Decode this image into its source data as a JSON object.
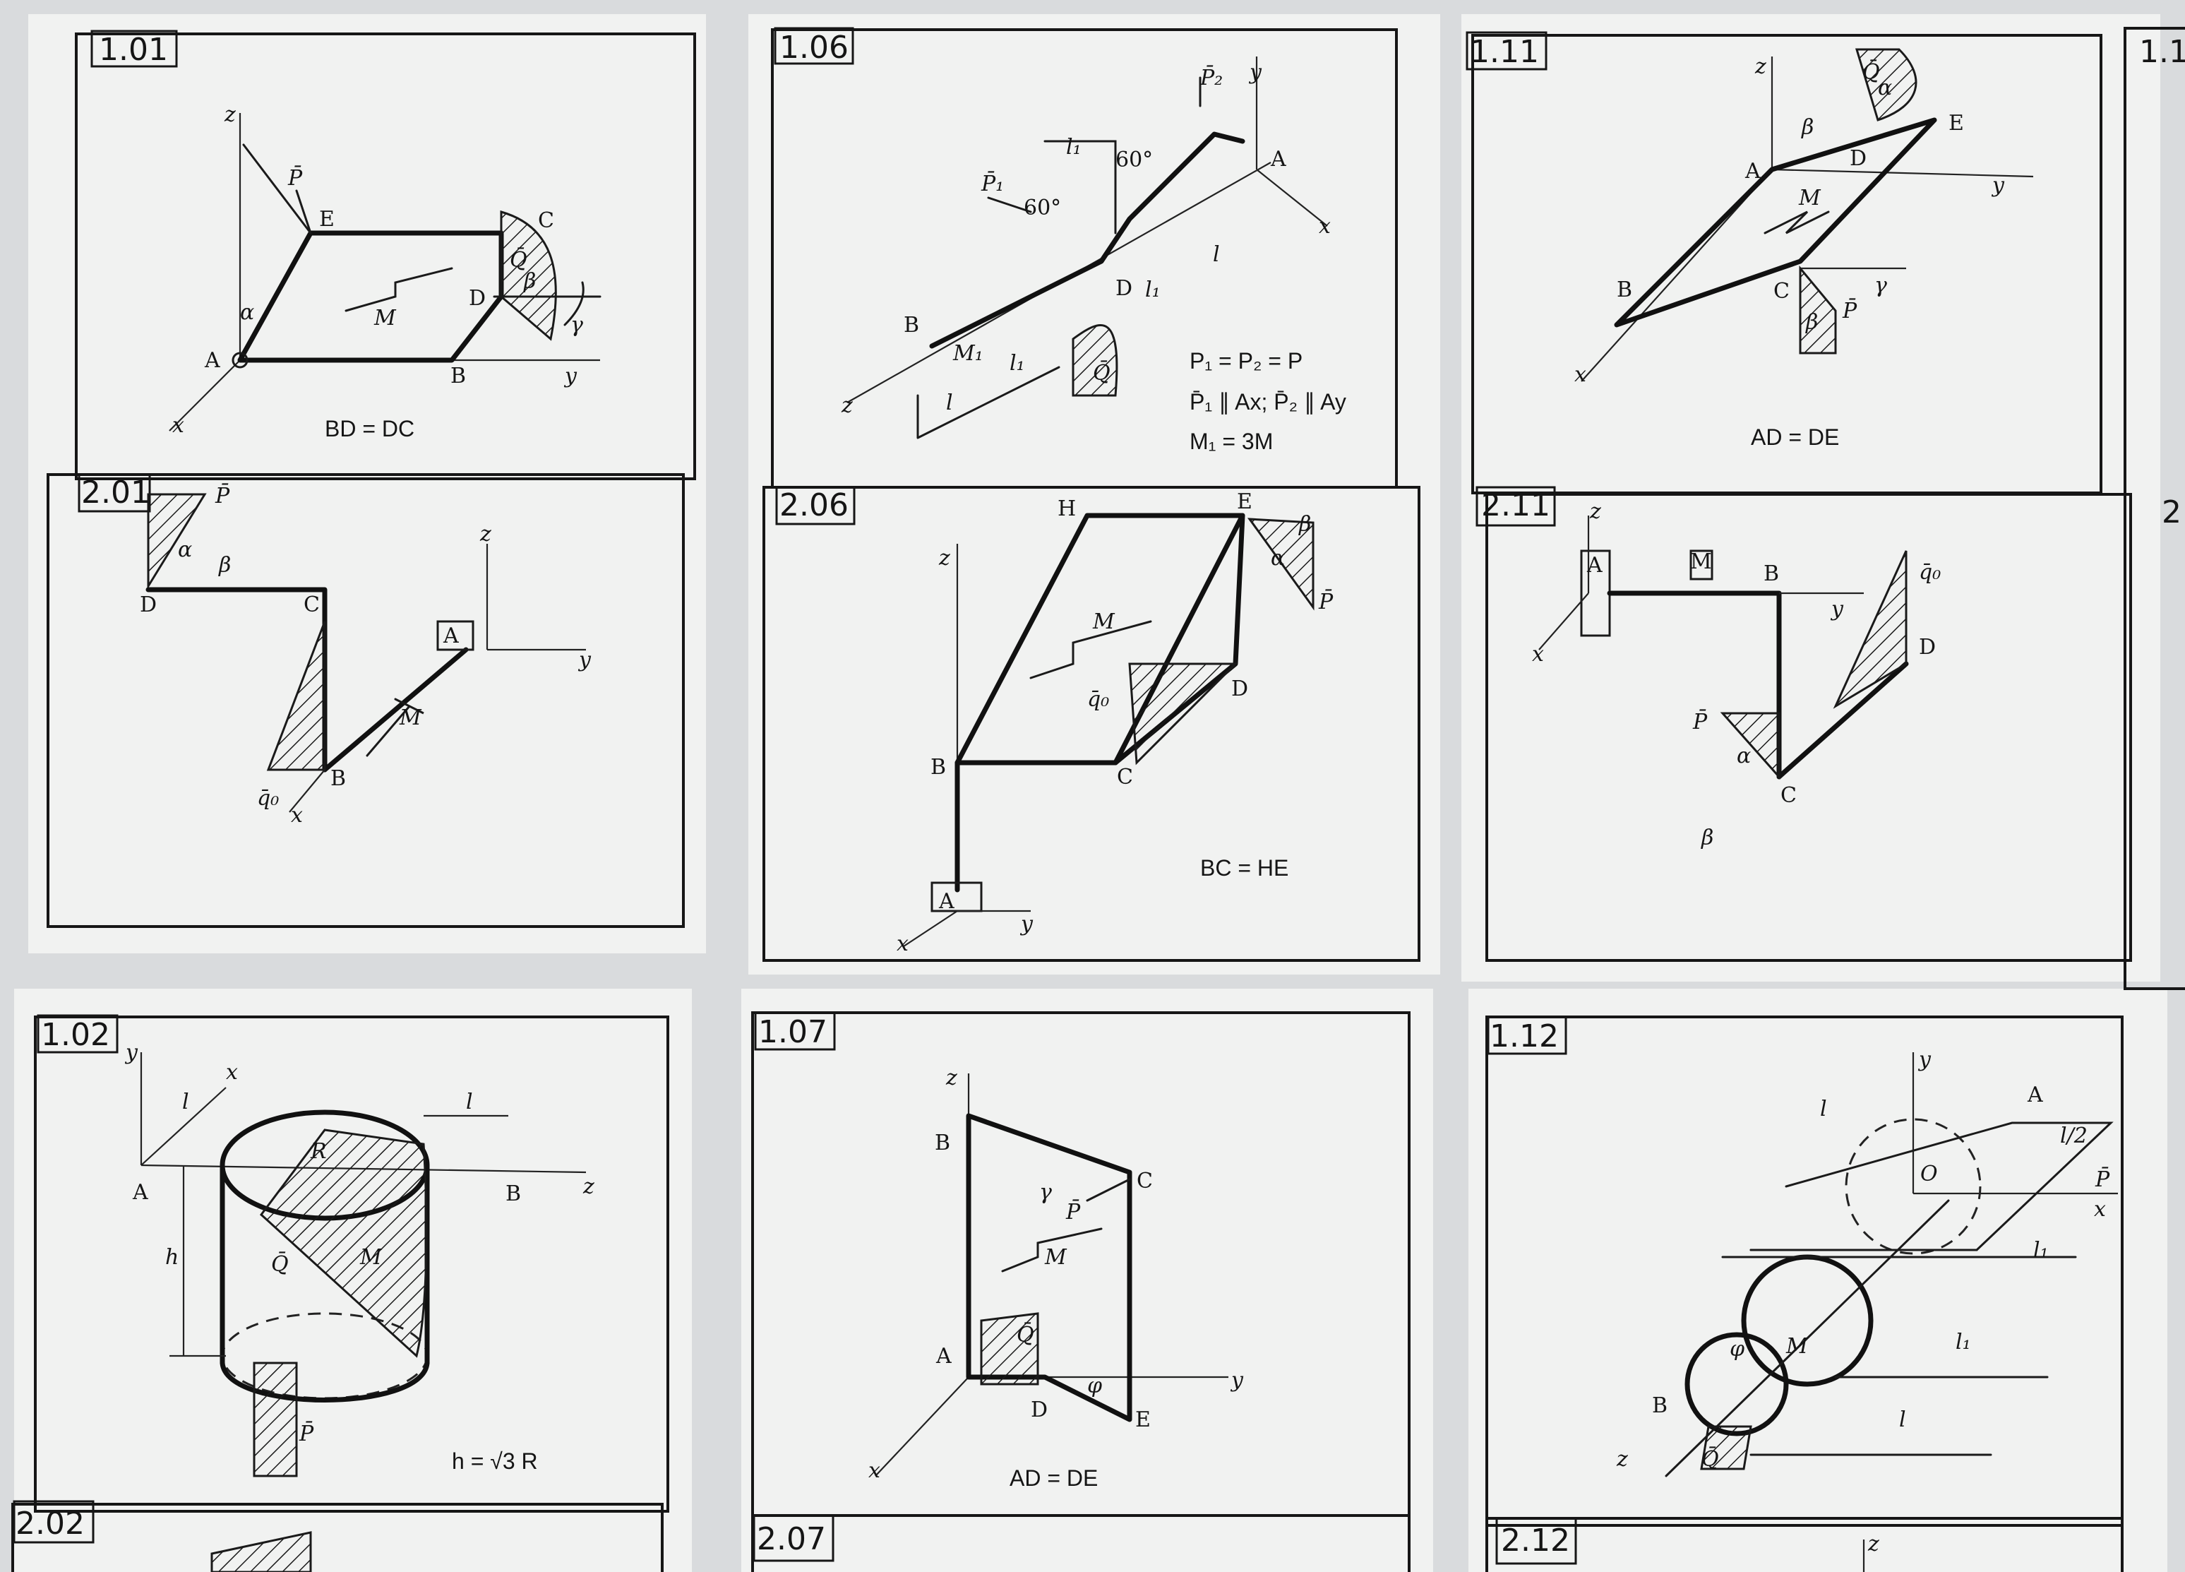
{
  "cards": [
    {
      "id": "1.01",
      "labels": [
        "z",
        "P̄",
        "E",
        "C",
        "Q̄",
        "β",
        "M",
        "D",
        "γ",
        "α",
        "A",
        "B",
        "y",
        "x"
      ],
      "note": "BD = DC"
    },
    {
      "id": "1.06",
      "labels": [
        "P̄₂",
        "y",
        "A",
        "x",
        "P̄₁",
        "60°",
        "60°",
        "l₁",
        "l",
        "D",
        "l₁",
        "B",
        "M₁",
        "l₁",
        "Q̄",
        "l",
        "z"
      ],
      "notes": [
        "P₁ = P₂ = P",
        "P̄₁ ∥ Ax; P̄₂ ∥ Ay",
        "M₁ = 3M"
      ]
    },
    {
      "id": "1.11",
      "labels": [
        "z",
        "Q̄",
        "α",
        "β",
        "E",
        "A",
        "D",
        "y",
        "M",
        "B",
        "C",
        "γ",
        "β",
        "P̄",
        "x"
      ],
      "note": "AD = DE"
    },
    {
      "id": "2.01",
      "labels": [
        "P̄",
        "α",
        "β",
        "D",
        "C",
        "z",
        "A",
        "y",
        "M",
        "B",
        "q̄₀",
        "x"
      ]
    },
    {
      "id": "2.06",
      "labels": [
        "H",
        "E",
        "β",
        "α",
        "P̄",
        "z",
        "M",
        "q̄₀",
        "D",
        "B",
        "C",
        "A",
        "y",
        "x"
      ],
      "note": "BC = HE"
    },
    {
      "id": "2.11",
      "labels": [
        "z",
        "A",
        "M",
        "B",
        "y",
        "q̄₀",
        "x",
        "D",
        "P̄",
        "α",
        "C",
        "β"
      ]
    },
    {
      "id": "1.02",
      "labels": [
        "y",
        "x",
        "l",
        "l",
        "R",
        "A",
        "B",
        "z",
        "h",
        "Q̄",
        "M",
        "P̄"
      ],
      "note": "h = √3 R"
    },
    {
      "id": "1.07",
      "labels": [
        "z",
        "B",
        "C",
        "γ",
        "P̄",
        "M",
        "A",
        "Q̄",
        "φ",
        "D",
        "E",
        "y",
        "x"
      ],
      "note": "AD = DE"
    },
    {
      "id": "1.12",
      "labels": [
        "y",
        "A",
        "l",
        "l/2",
        "P̄",
        "x",
        "O",
        "l₁",
        "l₁",
        "M",
        "l",
        "B",
        "z",
        "Q̄",
        "φ"
      ]
    },
    {
      "id": "2.02"
    },
    {
      "id": "2.07"
    },
    {
      "id": "2.12",
      "labels": [
        "z"
      ]
    },
    {
      "id": "1.1"
    },
    {
      "id": "2"
    }
  ]
}
